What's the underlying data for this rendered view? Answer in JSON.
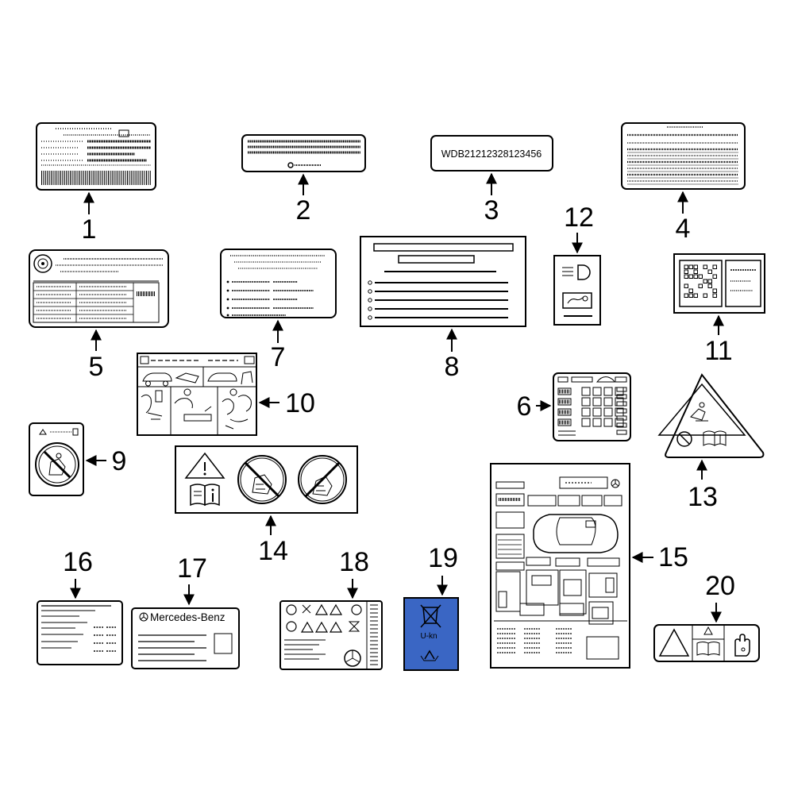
{
  "diagram": {
    "callouts": [
      "1",
      "2",
      "3",
      "4",
      "5",
      "6",
      "7",
      "8",
      "9",
      "10",
      "11",
      "12",
      "13",
      "14",
      "15",
      "16",
      "17",
      "18",
      "19",
      "20"
    ],
    "label_texts": {
      "vin": "WDB21212328123456",
      "brand": "Mercedes-Benz",
      "recycle_code": "U-kn"
    },
    "colors": {
      "label_19_fill": "#3a66c4",
      "line": "#000000",
      "background": "#ffffff"
    },
    "icons": [
      "warning-triangle-icon",
      "manual-book-icon",
      "info-icon",
      "no-child-seat-icon",
      "headlamp-icon",
      "engine-oil-icon",
      "qr-code-icon",
      "recycle-icon",
      "crossed-bin-icon",
      "mercedes-star-icon",
      "hand-icon"
    ]
  }
}
